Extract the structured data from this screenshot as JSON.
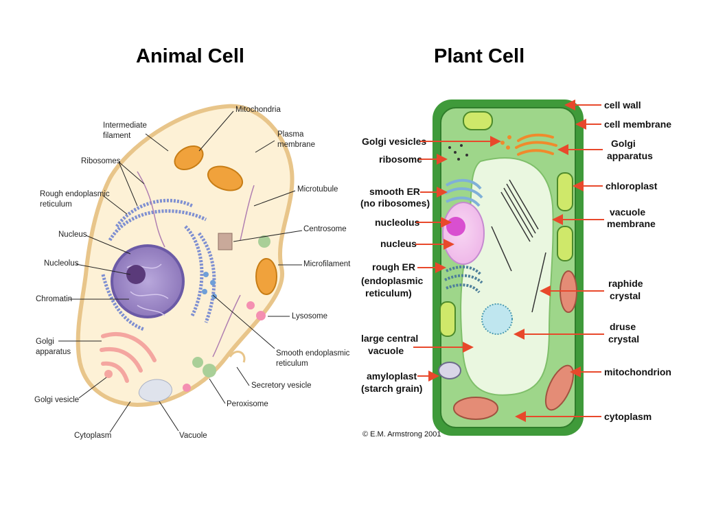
{
  "titles": {
    "animal": "Animal Cell",
    "plant": "Plant Cell"
  },
  "animal_labels": {
    "mitochondria": "Mitochondria",
    "intermediate_1": "Intermediate",
    "intermediate_2": "filament",
    "plasma_1": "Plasma",
    "plasma_2": "membrane",
    "ribosomes": "Ribosomes",
    "rough_er_1": "Rough endoplasmic",
    "rough_er_2": "reticulum",
    "microtubule": "Microtubule",
    "centrosome": "Centrosome",
    "nucleus": "Nucleus",
    "nucleolus": "Nucleolus",
    "microfilament": "Microfilament",
    "chromatin": "Chromatin",
    "lysosome": "Lysosome",
    "golgi_1": "Golgi",
    "golgi_2": "apparatus",
    "smooth_er_1": "Smooth endoplasmic",
    "smooth_er_2": "reticulum",
    "secretory": "Secretory vesicle",
    "golgi_vesicle": "Golgi vesicle",
    "peroxisome": "Peroxisome",
    "cytoplasm": "Cytoplasm",
    "vacuole": "Vacuole"
  },
  "plant_labels": {
    "cell_wall": "cell wall",
    "cell_membrane": "cell membrane",
    "golgi_vesicles": "Golgi vesicles",
    "golgi_1": "Golgi",
    "golgi_2": "apparatus",
    "ribosome": "ribosome",
    "smooth_er_1": "smooth ER",
    "smooth_er_2": "(no ribosomes)",
    "chloroplast": "chloroplast",
    "vacuole_membrane_1": "vacuole",
    "vacuole_membrane_2": "membrane",
    "nucleolus": "nucleolus",
    "nucleus": "nucleus",
    "rough_er_1": "rough ER",
    "rough_er_2": "(endoplasmic",
    "rough_er_3": "reticulum)",
    "raphide_1": "raphide",
    "raphide_2": "crystal",
    "druse_1": "druse",
    "druse_2": "crystal",
    "large_vacuole_1": "large central",
    "large_vacuole_2": "vacuole",
    "amyloplast_1": "amyloplast",
    "amyloplast_2": "(starch grain)",
    "mitochondrion": "mitochondrion",
    "cytoplasm": "cytoplasm"
  },
  "credit": "© E.M. Armstrong 2001",
  "colors": {
    "animal_cytoplasm": "#fdf1d6",
    "animal_membrane": "#e8c58a",
    "nucleus": "#9b86c4",
    "nucleolus": "#5a3a7a",
    "mitochondria": "#f0a23c",
    "er": "#7e8fd1",
    "golgi": "#f4a6a0",
    "plant_wall": "#3f9a3a",
    "plant_cytoplasm": "#9ed68a",
    "vacuole": "#eaf7e0",
    "plant_nucleolus": "#d94fd0",
    "arrow": "#e8482b"
  }
}
